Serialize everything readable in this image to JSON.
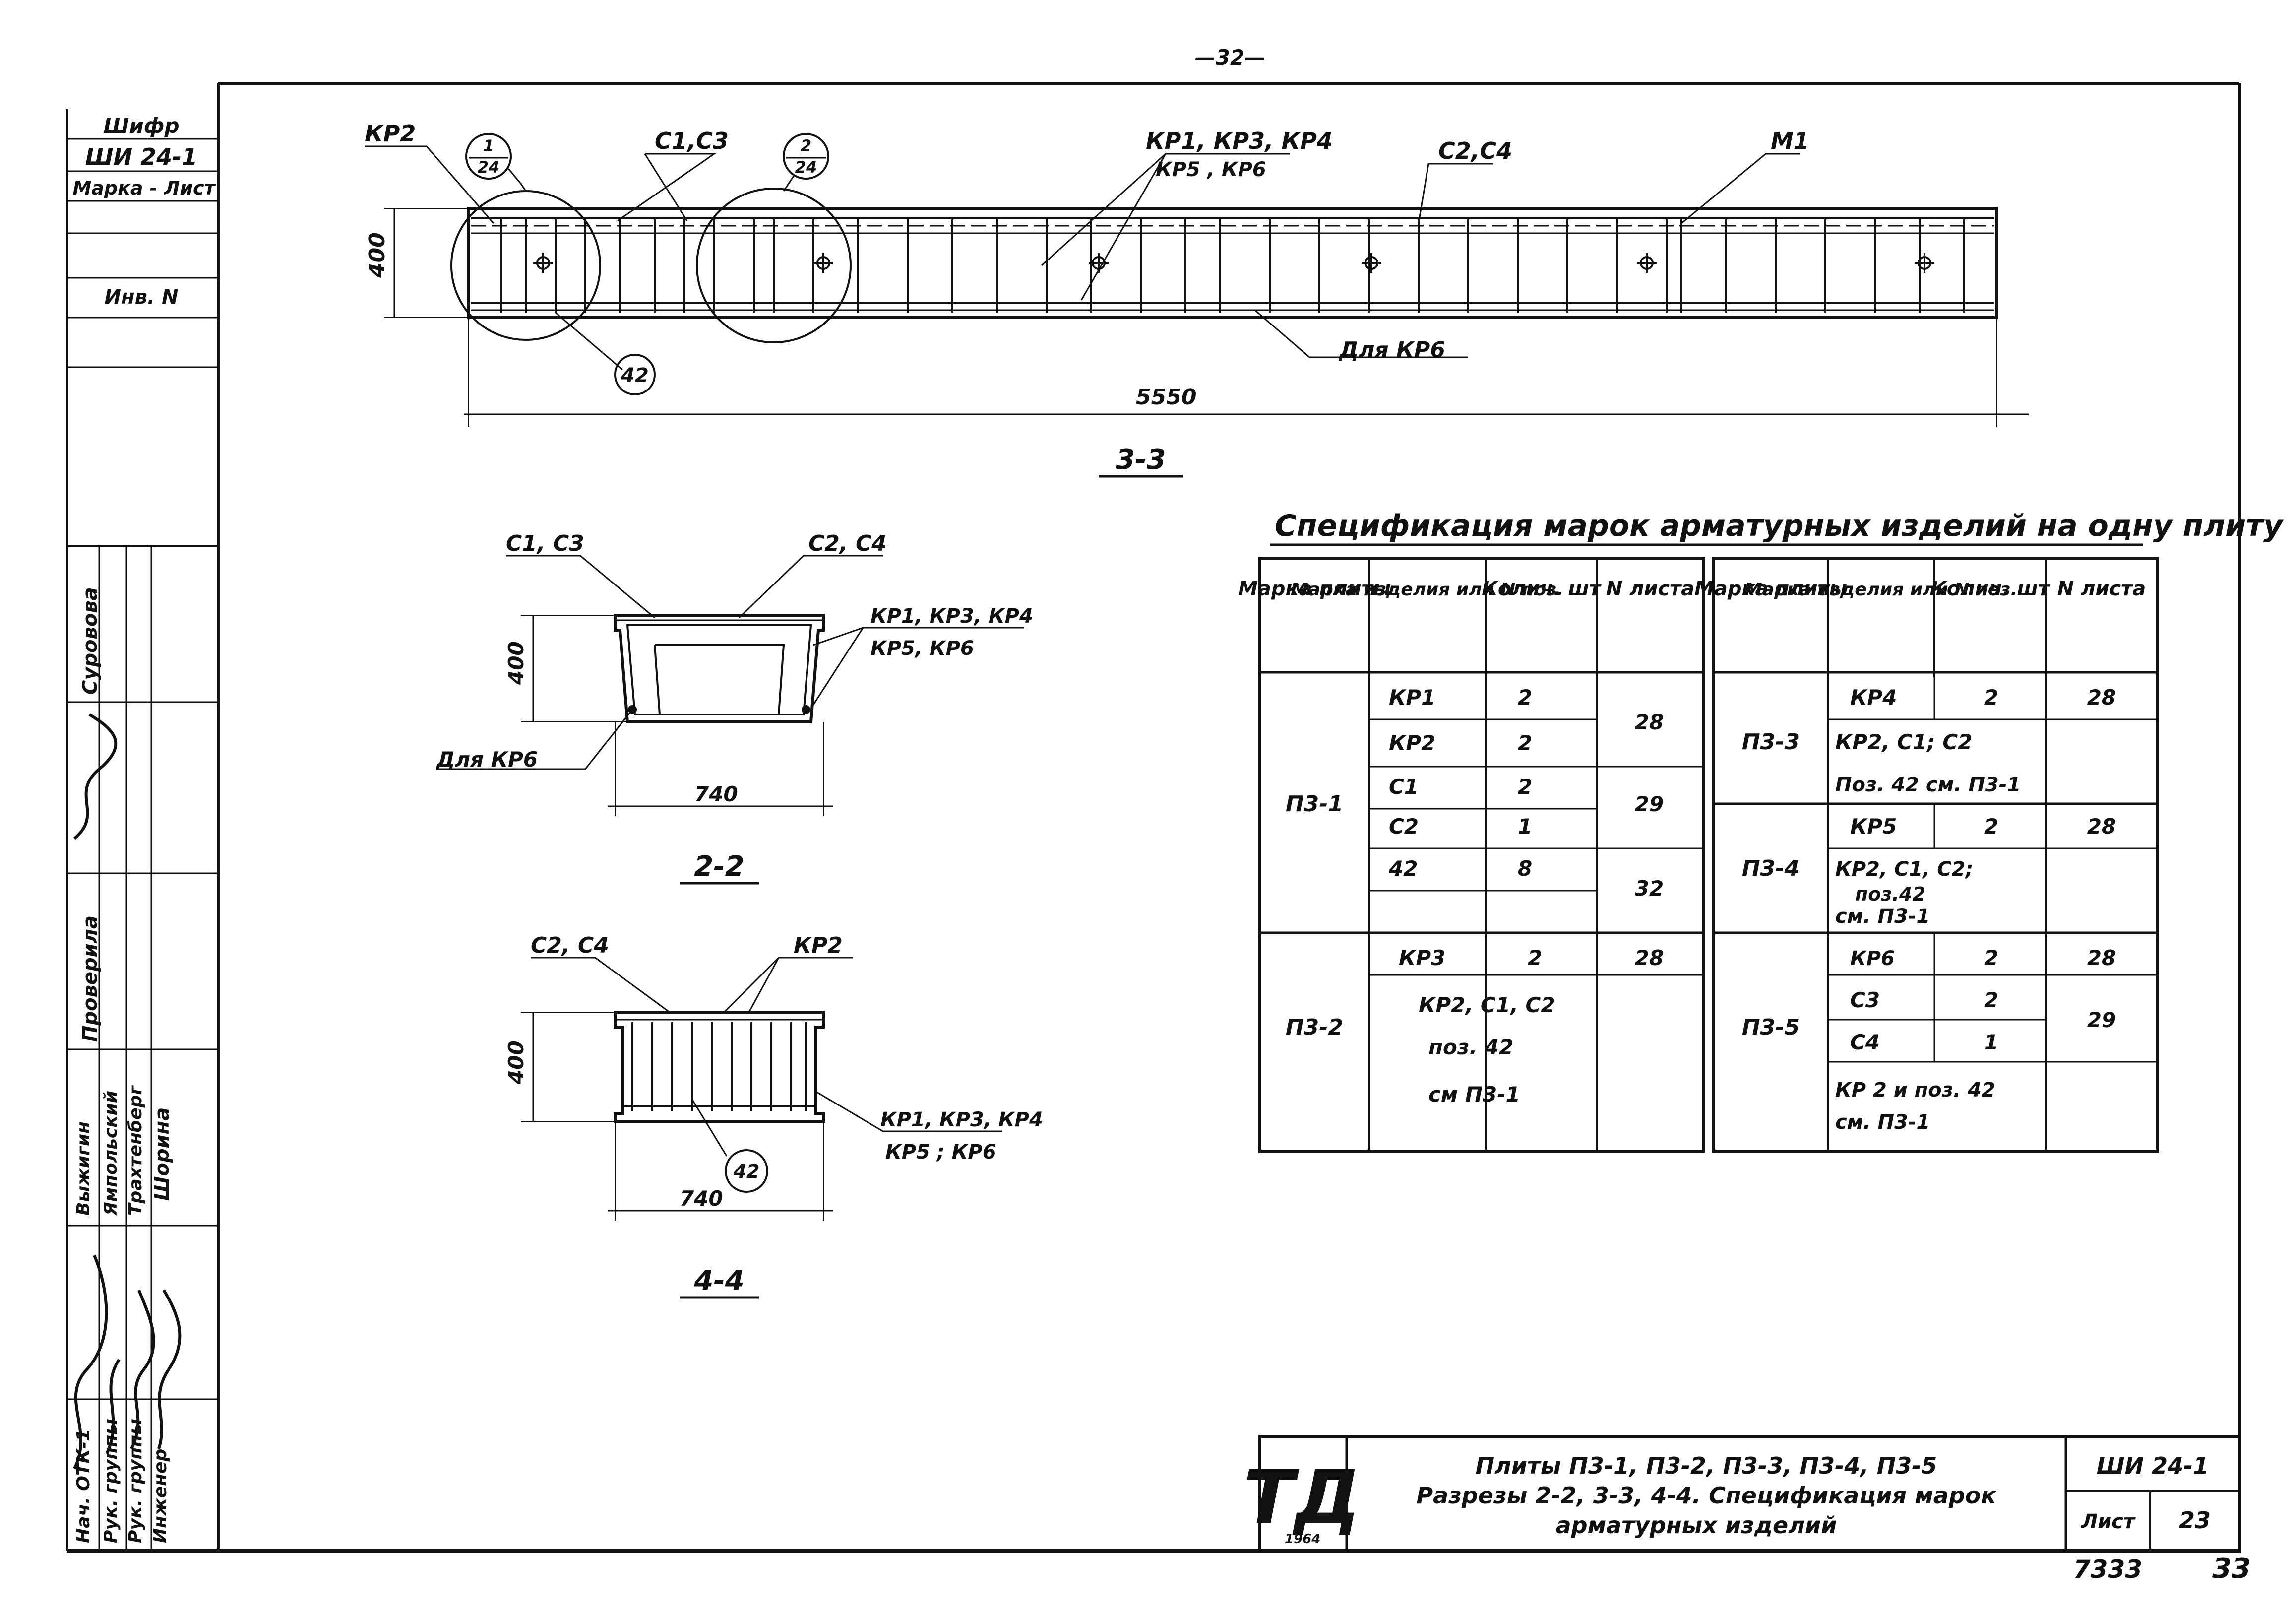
{
  "header": {
    "page_mark": "—32—"
  },
  "side_stamp": {
    "cipher_label": "Шифр",
    "cipher_value": "ШИ 24-1",
    "mark_sheet_label": "Марка - Лист",
    "inv_label": "Инв. N",
    "roles": [
      "Нач. ОТК-1",
      "Рук. группы",
      "Рук. группы",
      "Инженер"
    ],
    "names": [
      "Выжигин",
      "Ямпольский",
      "Трахтенберг",
      "Шорина"
    ],
    "checked_label": "Проверила",
    "checked_name": "Суровова"
  },
  "section_33": {
    "title": "3-3",
    "height_dim": "400",
    "length_dim": "5550",
    "labels": {
      "kr2": "КР2",
      "c1c3": "С1,С3",
      "kr_group": "КР1, КР3, КР4",
      "kr_group2": "КР5 , КР6",
      "c2c4": "С2,С4",
      "m1": "М1",
      "for_kr6": "Для КР6",
      "pos42": "42"
    },
    "callouts": [
      {
        "num": "1",
        "den": "24"
      },
      {
        "num": "2",
        "den": "24"
      }
    ]
  },
  "section_22": {
    "title": "2-2",
    "height_dim": "400",
    "width_dim": "740",
    "labels": {
      "c1c3": "С1, С3",
      "c2c4": "С2, С4",
      "kr_group": "КР1, КР3, КР4",
      "kr_group2": "КР5, КР6",
      "for_kr6": "Для КР6"
    }
  },
  "section_44": {
    "title": "4-4",
    "height_dim": "400",
    "width_dim": "740",
    "labels": {
      "c2c4": "С2, С4",
      "kr2": "КР2",
      "kr_group": "КР1, КР3, КР4",
      "kr_group2": "КР5 ; КР6",
      "pos42": "42"
    }
  },
  "spec": {
    "title": "Спецификация марок арматурных изделий на одну плиту",
    "headers": [
      "Марка плиты",
      "Марка изделия или N поз.",
      "Колич. шт",
      "N листа"
    ],
    "left": {
      "p31_label": "П3-1",
      "p31_rows": [
        [
          "КР1",
          "2"
        ],
        [
          "КР2",
          "2"
        ],
        [
          "С1",
          "2"
        ],
        [
          "С2",
          "1"
        ],
        [
          "42",
          "8"
        ]
      ],
      "p31_sheets": [
        "28",
        "29",
        "32"
      ],
      "p32_label": "П3-2",
      "p32_row1": [
        "КР3",
        "2",
        "28"
      ],
      "p32_note": [
        "КР2, С1, С2",
        "поз. 42",
        "см П3-1"
      ]
    },
    "right": {
      "p33_label": "П3-3",
      "p33_row1": [
        "КР4",
        "2",
        "28"
      ],
      "p33_note": [
        "КР2, С1; С2",
        "Поз. 42 см. П3-1"
      ],
      "p34_label": "П3-4",
      "p34_row1": [
        "КР5",
        "2",
        "28"
      ],
      "p34_note": [
        "КР2, С1, С2;",
        "поз.42",
        "см. П3-1"
      ],
      "p35_label": "П3-5",
      "p35_row1": [
        "КР6",
        "2",
        "28"
      ],
      "p35_row2": [
        "С3",
        "2"
      ],
      "p35_row3": [
        "С4",
        "1"
      ],
      "p35_sheet23": "29",
      "p35_note": [
        "КР 2 и поз. 42",
        "см. П3-1"
      ]
    }
  },
  "title_block": {
    "logo": "ТД",
    "year": "1964",
    "line1": "Плиты П3-1, П3-2, П3-3, П3-4, П3-5",
    "line2": "Разрезы 2-2, 3-3, 4-4. Спецификация марок",
    "line3": "арматурных изделий",
    "code": "ШИ 24-1",
    "sheet_label": "Лист",
    "sheet_no": "23"
  },
  "footer": {
    "left_num": "7333",
    "right_num": "33"
  }
}
